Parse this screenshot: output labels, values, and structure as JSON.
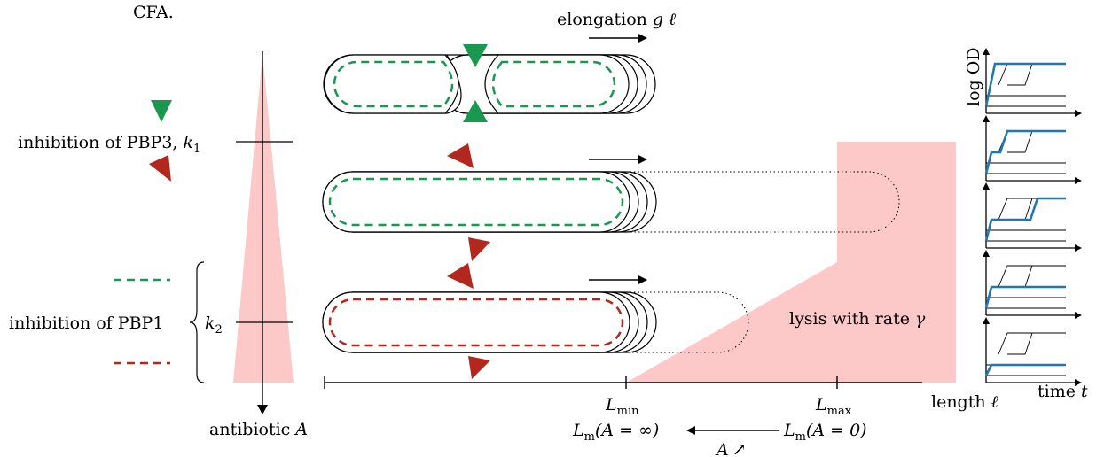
{
  "caption_fragment": "CFA.",
  "elongation": {
    "label": "elongation ",
    "var": "g ℓ"
  },
  "inhibition_pbp3": {
    "label": "inhibition of PBP3, ",
    "k": "k",
    "k_sub": "1"
  },
  "inhibition_pbp1": {
    "label": "inhibition of PBP1",
    "k": "k",
    "k_sub": "2"
  },
  "antibiotic": {
    "label": "antibiotic ",
    "var": "A"
  },
  "lysis": {
    "label": "lysis with rate ",
    "var": "γ"
  },
  "length_axis": {
    "label": "length ",
    "var": "ℓ"
  },
  "l_min": {
    "L": "L",
    "sub": "min"
  },
  "l_max": {
    "L": "L",
    "sub": "max"
  },
  "lm_inf": {
    "L": "L",
    "sub": "m",
    "rest": "(A = ∞)"
  },
  "lm_zero": {
    "L": "L",
    "sub": "m",
    "rest": "(A = 0)"
  },
  "a_increase": {
    "var": "A",
    "arrow": "↗"
  },
  "od_axis": "log OD",
  "time_axis": {
    "label": "time ",
    "var": "t"
  },
  "colors": {
    "green": "#1a9850",
    "red": "#b2281e",
    "pink": "#fcc8c8",
    "blue": "#1f77b4"
  }
}
